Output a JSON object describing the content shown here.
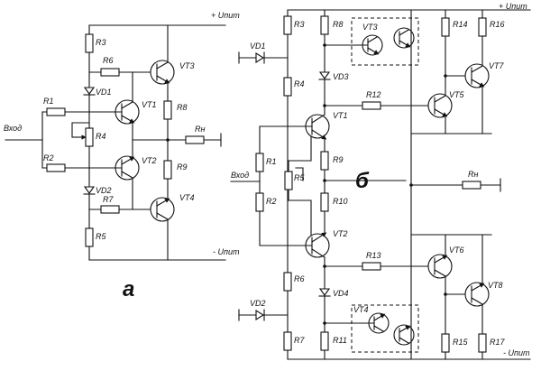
{
  "circuit_a": {
    "caption": "а",
    "supply_pos": "+ Uпит",
    "supply_neg": "- Uпит",
    "input": "Вход",
    "R1": "R1",
    "R2": "R2",
    "R3": "R3",
    "R4": "R4",
    "R5": "R5",
    "R6": "R6",
    "R7": "R7",
    "R8": "R8",
    "R9": "R9",
    "Rn": "Rн",
    "VD1": "VD1",
    "VD2": "VD2",
    "VT1": "VT1",
    "VT2": "VT2",
    "VT3": "VT3",
    "VT4": "VT4"
  },
  "circuit_b": {
    "caption": "б",
    "supply_pos": "+ Uпит",
    "supply_neg": "- Uпит",
    "input": "Вход",
    "R1": "R1",
    "R2": "R2",
    "R3": "R3",
    "R4": "R4",
    "R5": "R5",
    "R6": "R6",
    "R7": "R7",
    "R8": "R8",
    "R9": "R9",
    "R10": "R10",
    "R11": "R11",
    "R12": "R12",
    "R13": "R13",
    "R14": "R14",
    "R15": "R15",
    "R16": "R16",
    "R17": "R17",
    "Rn": "Rн",
    "VD1": "VD1",
    "VD2": "VD2",
    "VD3": "VD3",
    "VD4": "VD4",
    "VT1": "VT1",
    "VT2": "VT2",
    "VT3": "VT3",
    "VT4": "VT4",
    "VT5": "VT5",
    "VT6": "VT6",
    "VT7": "VT7",
    "VT8": "VT8"
  }
}
